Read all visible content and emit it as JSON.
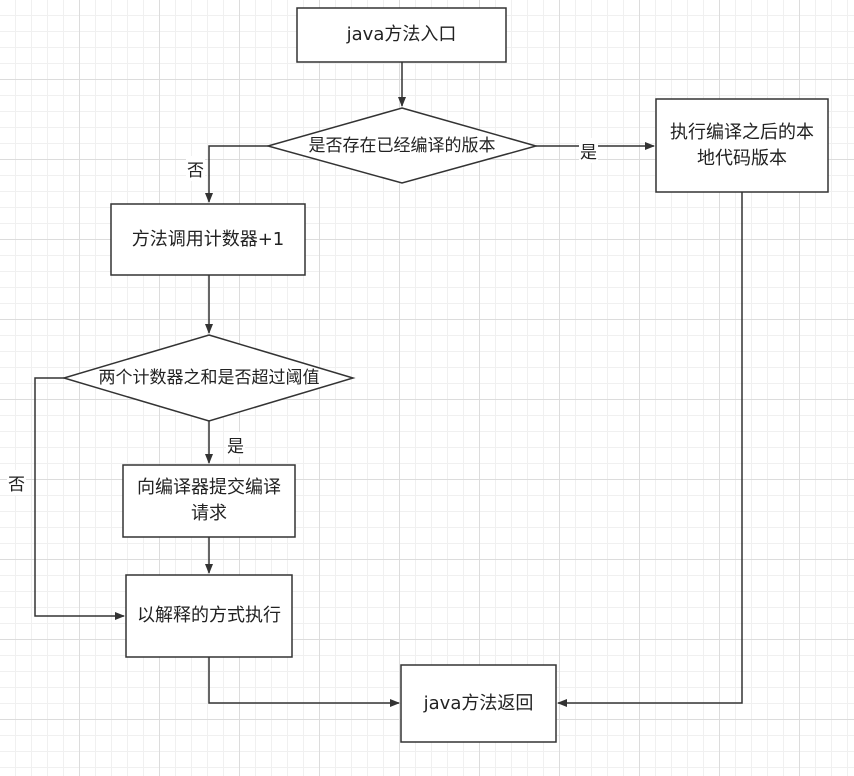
{
  "nodes": {
    "start": "java方法入口",
    "check_compiled": "是否存在已经编译的版本",
    "execute_compiled": "执行编译之后的本地代码版本",
    "increment_counter": "方法调用计数器+1",
    "threshold_check": "两个计数器之和是否超过阈值",
    "submit_compile": "向编译器提交编译请求",
    "interpret": "以解释的方式执行",
    "return": "java方法返回"
  },
  "edges": {
    "compiled_no": "否",
    "compiled_yes": "是",
    "threshold_yes": "是",
    "threshold_no": "否"
  },
  "colors": {
    "stroke": "#333333",
    "fill": "#ffffff",
    "grid": "#dcdcdc"
  }
}
